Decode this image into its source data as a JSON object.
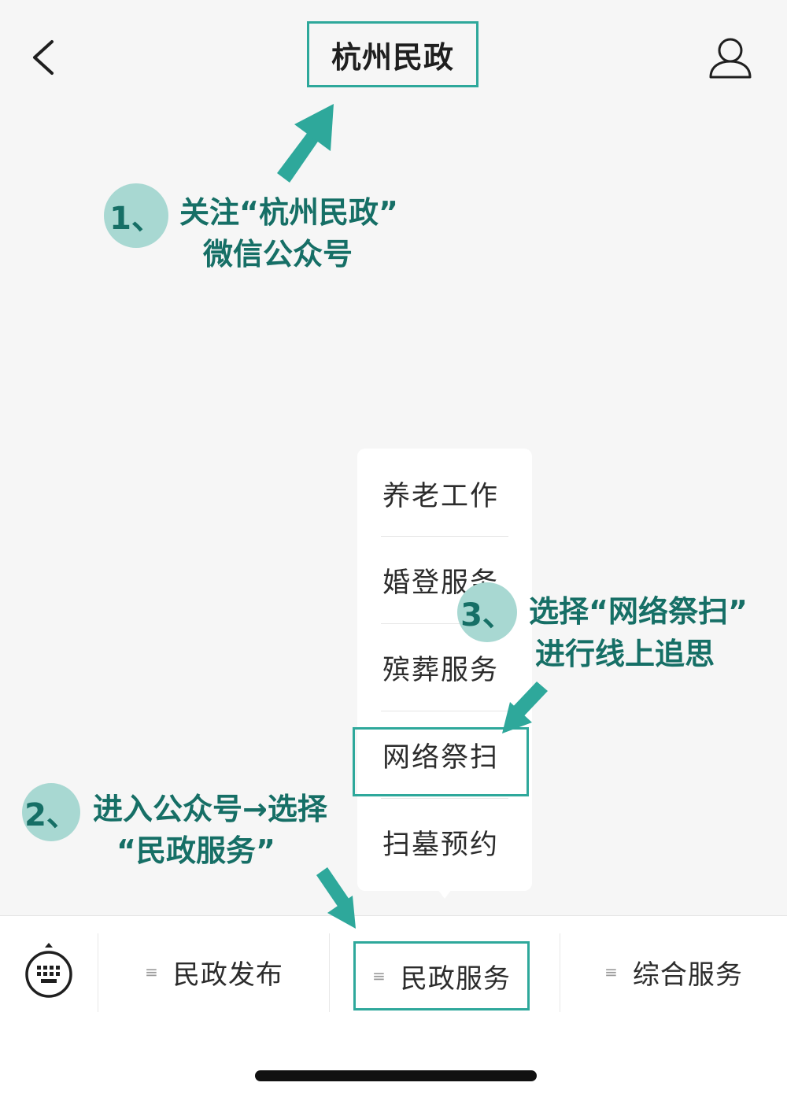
{
  "header": {
    "title": "杭州民政",
    "back_icon": "chevron-left-icon",
    "profile_icon": "person-icon"
  },
  "annotations": [
    {
      "number": "1、",
      "line1": "关注“杭州民政”",
      "line2": "微信公众号"
    },
    {
      "number": "2、",
      "line1": "进入公众号→选择",
      "line2": "“民政服务”"
    },
    {
      "number": "3、",
      "line1": "选择“网络祭扫”",
      "line2": "进行线上追思"
    }
  ],
  "menu": {
    "items": [
      "养老工作",
      "婚登服务",
      "殡葬服务",
      "网络祭扫",
      "扫墓预约"
    ],
    "highlighted": "网络祭扫"
  },
  "tabbar": {
    "keyboard_icon": "keyboard-icon",
    "menu_glyph": "≡",
    "tabs": [
      "民政发布",
      "民政服务",
      "综合服务"
    ],
    "highlighted": "民政服务"
  },
  "colors": {
    "accent": "#2ea89b",
    "annotation_text": "#166f66",
    "badge_bg": "#a8d8d2"
  }
}
